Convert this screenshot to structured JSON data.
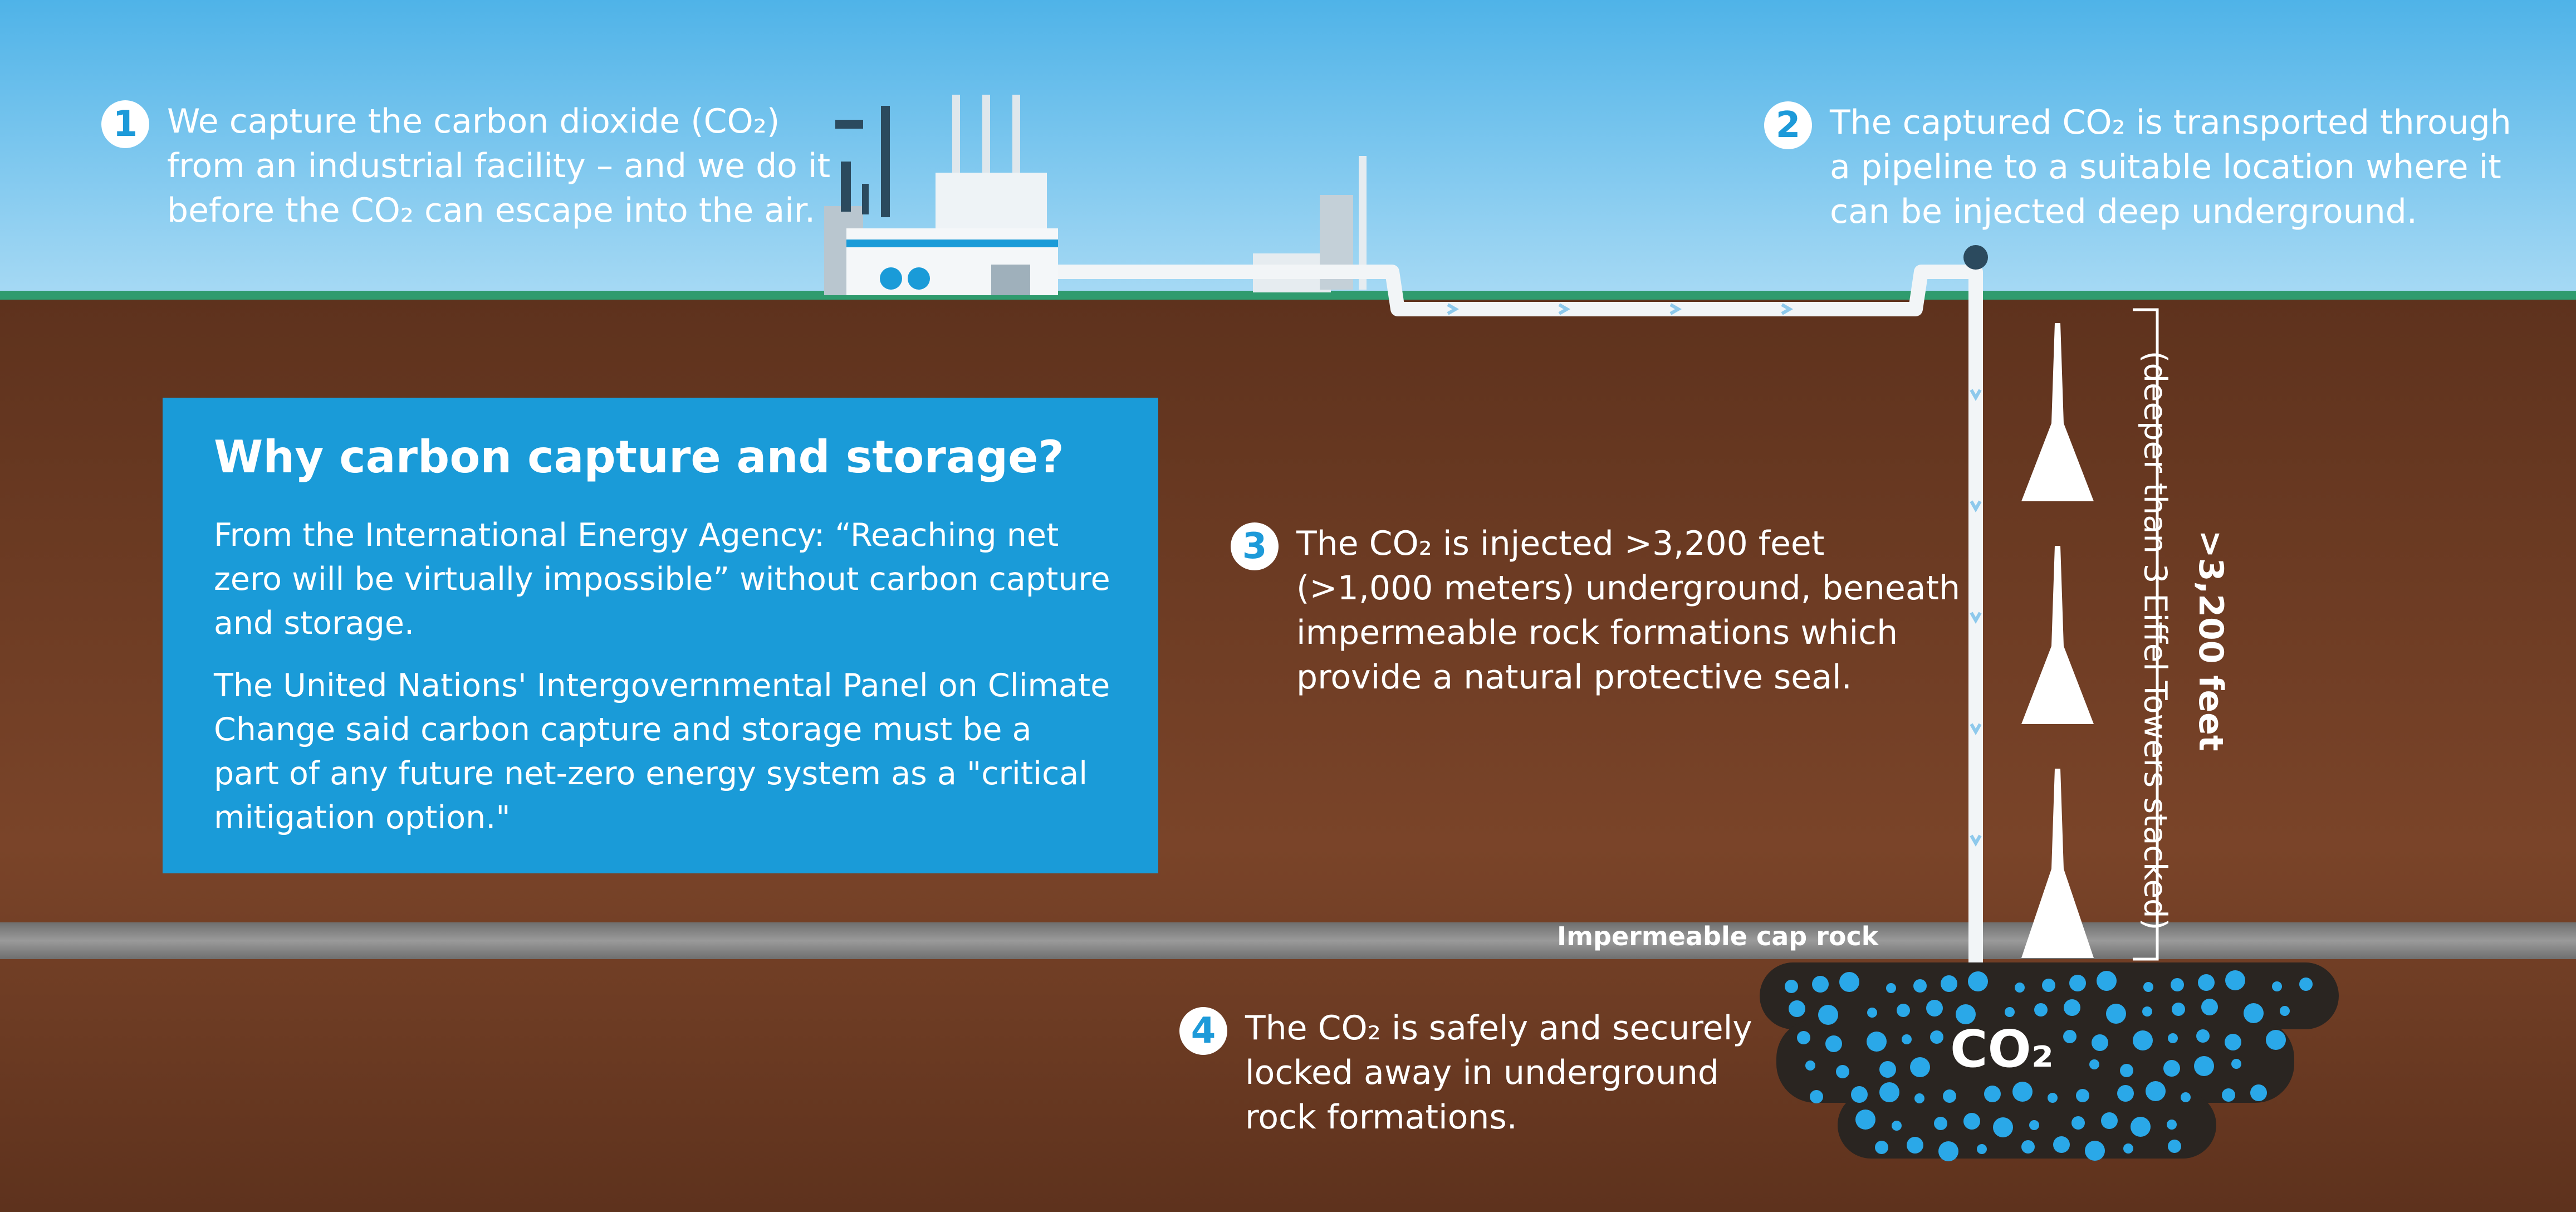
{
  "steps": [
    {
      "num": "1",
      "lines": [
        "We capture the carbon dioxide (CO₂)",
        "from an industrial facility – and we do it",
        "before the CO₂ can escape into the air."
      ]
    },
    {
      "num": "2",
      "lines": [
        "The captured CO₂ is transported through",
        "a pipeline to a suitable location where it",
        "can be injected deep underground."
      ]
    },
    {
      "num": "3",
      "lines": [
        "The CO₂ is injected >3,200 feet",
        "(>1,000 meters) underground, beneath",
        "impermeable rock formations which",
        "provide a natural protective seal."
      ]
    },
    {
      "num": "4",
      "lines": [
        "The CO₂ is safely and securely",
        "locked away in underground",
        "rock formations."
      ]
    }
  ],
  "why": {
    "title": "Why carbon capture and storage?",
    "para1": [
      "From the International Energy Agency: “Reaching net",
      "zero will be virtually impossible” without carbon capture",
      "and storage."
    ],
    "para2": [
      "The United Nations' Intergovernmental Panel on Climate",
      "Change said carbon capture and storage must be a",
      "part of any future net-zero energy system as a \"critical",
      "mitigation option.\""
    ]
  },
  "depth_label": ">3,200 feet",
  "depth_note": "(deeper than 3 Eiffel Towers stacked)",
  "cap_rock_label": "Impermeable cap rock",
  "reservoir_label": "CO₂",
  "colors": {
    "sky": "#5ab8e8",
    "soil": "#6b3a22",
    "grass": "#2f9b6e",
    "accent": "#1a9bd8",
    "caprock": "#8a8a8a",
    "bubble": "#2aa8e8"
  }
}
